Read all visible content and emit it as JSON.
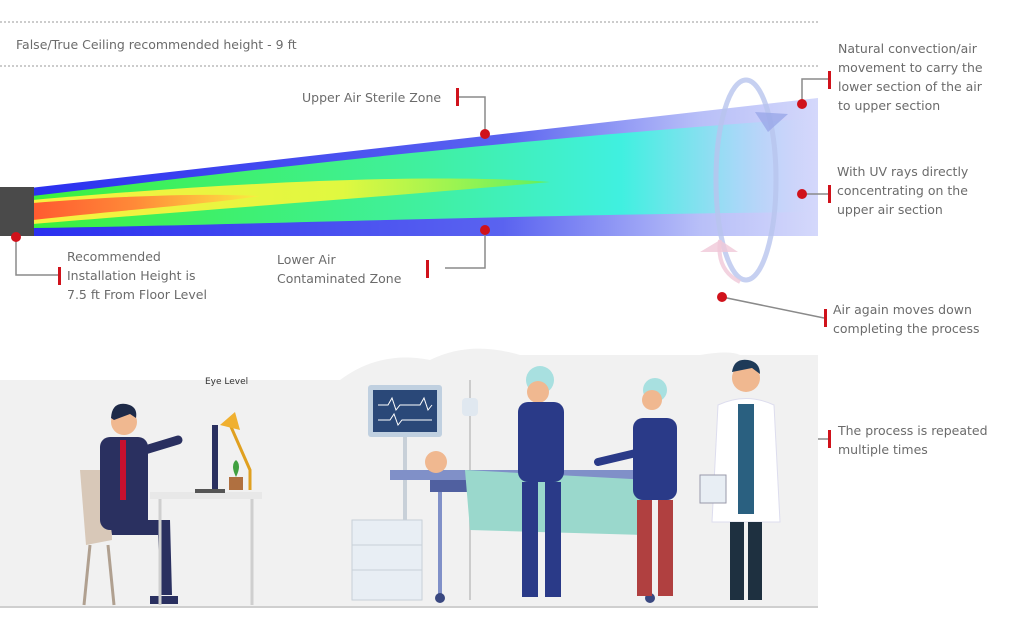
{
  "ceiling_label": "False/True Ceiling recommended height - 9 ft",
  "labels": {
    "upper_air": "Upper Air Sterile Zone",
    "lower_air": "Lower Air\nContaminated Zone",
    "installation": "Recommended\nInstallation Height is\n7.5 ft From Floor Level",
    "convection": "Natural convection/air\nmovement to carry the\nlower section of the air\nto upper section",
    "uv_rays": "With UV rays directly\nconcentrating on the\nupper air section",
    "air_down": "Air again moves down\ncompleting the process",
    "repeated": "The process is repeated\nmultiple times",
    "eye_level": "Eye Level"
  },
  "colors": {
    "accent": "#d0121b",
    "callout_line": "#8a8a8a",
    "beam_blue": "#3a3ff0",
    "beam_green": "#3cf03c",
    "beam_yellow": "#f5f53a",
    "beam_core": "#ff6a2e",
    "airflow": "#c8d0f8"
  }
}
